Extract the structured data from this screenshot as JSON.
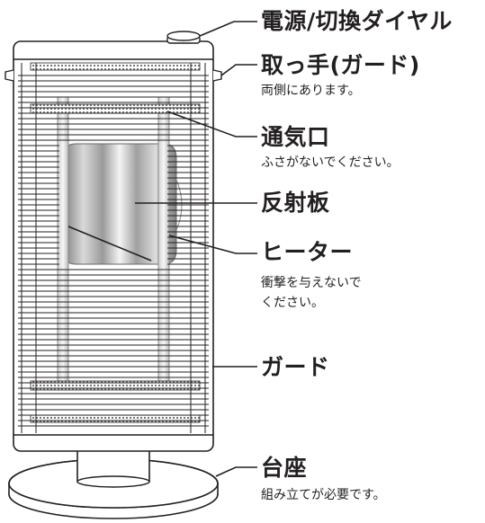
{
  "labels": {
    "dial": {
      "title": "電源/切換ダイヤル"
    },
    "handle": {
      "title": "取っ手(ガード)",
      "note": "両側にあります。"
    },
    "vent": {
      "title": "通気口",
      "note": "ふさがないでください。"
    },
    "reflector": {
      "title": "反射板"
    },
    "heater": {
      "title": "ヒーター",
      "note_line1": "衝撃を与えないで",
      "note_line2": "ください。"
    },
    "guard": {
      "title": "ガード"
    },
    "base": {
      "title": "台座",
      "note": "組み立てが必要です。"
    }
  },
  "colors": {
    "line": "#231f20",
    "body_fill": "#ffffff",
    "reflector_light": "#eeeeee",
    "reflector_dark": "#8a8a8a"
  }
}
